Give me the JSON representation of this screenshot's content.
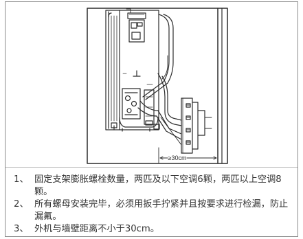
{
  "figure": {
    "clearance_label": "≥30cm"
  },
  "notes": [
    {
      "number": "1、",
      "text": "固定支架膨胀螺栓数量，两匹及以下空调6颗，两匹以上空调8颗。"
    },
    {
      "number": "2、",
      "text": "所有螺母安装完毕，必须用扳手拧紧并且按要求进行检漏，防止漏氟。"
    },
    {
      "number": "3、",
      "text": "外机与墙壁距离不小于30cm。"
    }
  ],
  "colors": {
    "outline": "#2b2b2b",
    "text": "#333333",
    "border": "#8a8a8a"
  }
}
